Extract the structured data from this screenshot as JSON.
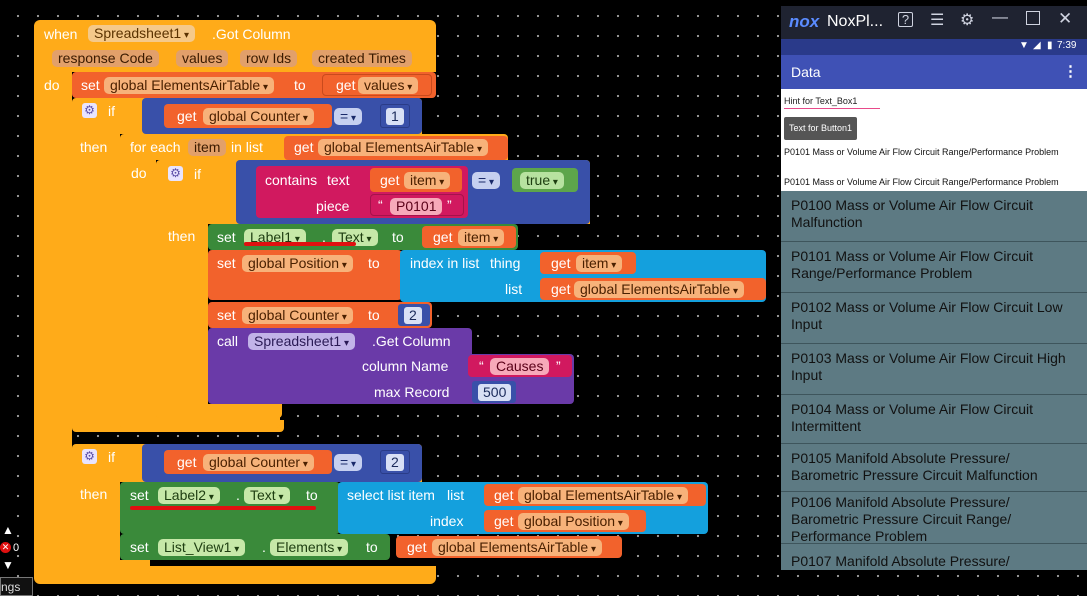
{
  "event": {
    "when": "when",
    "component": "Spreadsheet1",
    "event_name": ".Got Column",
    "params": [
      "response Code",
      "values",
      "row Ids",
      "created Times"
    ],
    "do": "do"
  },
  "blocks": {
    "set_global_elements": {
      "set": "set",
      "var": "global ElementsAirTable",
      "to": "to",
      "get": "get",
      "val": "values"
    },
    "if1": {
      "if": "if",
      "get": "get",
      "var": "global Counter",
      "op": "=",
      "num": "1",
      "then": "then"
    },
    "foreach": {
      "for_each": "for each",
      "item": "item",
      "in_list": "in list",
      "get": "get",
      "list": "global ElementsAirTable",
      "do": "do"
    },
    "if_contains": {
      "if": "if",
      "contains": "contains",
      "text": "text",
      "get": "get",
      "item": "item",
      "op": "=",
      "bool": "true",
      "piece": "piece",
      "piece_val": "P0101",
      "then": "then"
    },
    "set_label1": {
      "set": "set",
      "comp": "Label1",
      "dot": ".",
      "prop": "Text",
      "to": "to",
      "get": "get",
      "val": "item"
    },
    "set_position": {
      "set": "set",
      "var": "global Position",
      "to": "to",
      "fn": "index in list",
      "thing": "thing",
      "get1": "get",
      "val1": "item",
      "list": "list",
      "get2": "get",
      "val2": "global ElementsAirTable"
    },
    "set_counter": {
      "set": "set",
      "var": "global Counter",
      "to": "to",
      "num": "2"
    },
    "call": {
      "call": "call",
      "comp": "Spreadsheet1",
      "method": ".Get Column",
      "colname_label": "column Name",
      "colname": "Causes",
      "max_label": "max Record",
      "max": "500"
    },
    "if2": {
      "if": "if",
      "get": "get",
      "var": "global Counter",
      "op": "=",
      "num": "2",
      "then": "then"
    },
    "set_label2": {
      "set": "set",
      "comp": "Label2",
      "dot": ".",
      "prop": "Text",
      "to": "to",
      "fn": "select list item",
      "list": "list",
      "get1": "get",
      "val1": "global ElementsAirTable",
      "index": "index",
      "get2": "get",
      "val2": "global Position"
    },
    "set_listview": {
      "set": "set",
      "comp": "List_View1",
      "dot": ".",
      "prop": "Elements",
      "to": "to",
      "get": "get",
      "val": "global ElementsAirTable"
    }
  },
  "left_edge": {
    "warning_count": "0",
    "partial_label": "ngs"
  },
  "emulator": {
    "logo": "nox",
    "title": "NoxPl...",
    "time": "7:39",
    "app_title": "Data",
    "textbox_hint": "Hint for Text_Box1",
    "button_text": "Text for Button1",
    "label1": "P0101 Mass or Volume Air Flow Circuit Range/Performance Problem",
    "label2": "P0101 Mass or Volume Air Flow Circuit Range/Performance Problem",
    "list_items": [
      "P0100 Mass or Volume Air Flow Circuit Malfunction",
      "P0101 Mass or Volume Air Flow Circuit Range/Performance Problem",
      "P0102 Mass or Volume Air Flow Circuit Low Input",
      "P0103 Mass or Volume Air Flow Circuit High Input",
      "P0104 Mass or Volume Air Flow Circuit Intermittent",
      "P0105 Manifold Absolute Pressure/ Barometric Pressure Circuit Malfunction",
      "P0106 Manifold Absolute Pressure/ Barometric Pressure Circuit Range/ Performance Problem",
      "P0107 Manifold Absolute Pressure/"
    ]
  },
  "colors": {
    "event": "#ffab19",
    "variable": "#f2622c",
    "control_if": "#3950a9",
    "text_block": "#d1195f",
    "logic": "#5da54b",
    "component_set": "#3a8a3a",
    "list": "#14a0dd",
    "call": "#6a3aa8",
    "emulator_appbar": "#3f51b5"
  }
}
